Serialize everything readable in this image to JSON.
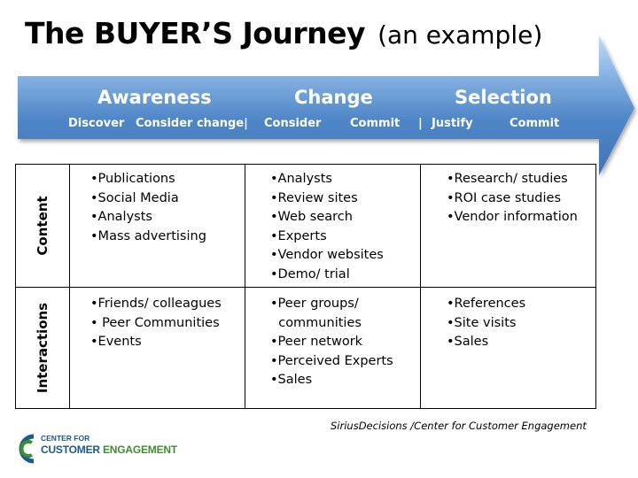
{
  "title": {
    "main": "The BUYER’S  Journey",
    "sub": "(an example)"
  },
  "phases": {
    "awareness": "Awareness",
    "change": "Change",
    "selection": "Selection"
  },
  "substeps": [
    "Discover",
    "Consider change|",
    "Consider",
    "Commit",
    "|",
    "Justify",
    "Commit"
  ],
  "rows": {
    "content": {
      "label": "Content",
      "col1": [
        "•Publications",
        "•Social Media",
        "•Analysts",
        "•Mass advertising"
      ],
      "col2": [
        "•Analysts",
        "•Review sites",
        "•Web search",
        "•Experts",
        "•Vendor websites",
        "•Demo/ trial"
      ],
      "col3": [
        "•Research/ studies",
        "•ROI case studies",
        "•Vendor information"
      ]
    },
    "interactions": {
      "label": "Interactions",
      "col1": [
        "•Friends/ colleagues",
        "• Peer Communities",
        "•Events"
      ],
      "col2": [
        "•Peer groups/",
        "  communities",
        "•Peer network",
        "•Perceived Experts",
        "•Sales"
      ],
      "col3": [
        "•References",
        "•Site visits",
        "•Sales"
      ]
    }
  },
  "credit": "SiriusDecisions /Center for Customer Engagement",
  "logo": {
    "line1": "CENTER FOR",
    "line2a": "CUSTOMER",
    "line2b": "ENGAGEMENT"
  },
  "colors": {
    "arrow_top": "#9cc3ec",
    "arrow_mid": "#4f86c7",
    "arrow_bottom": "#3a6fb0",
    "logo_blue": "#1c5a8e",
    "logo_green": "#3e8e2e"
  }
}
